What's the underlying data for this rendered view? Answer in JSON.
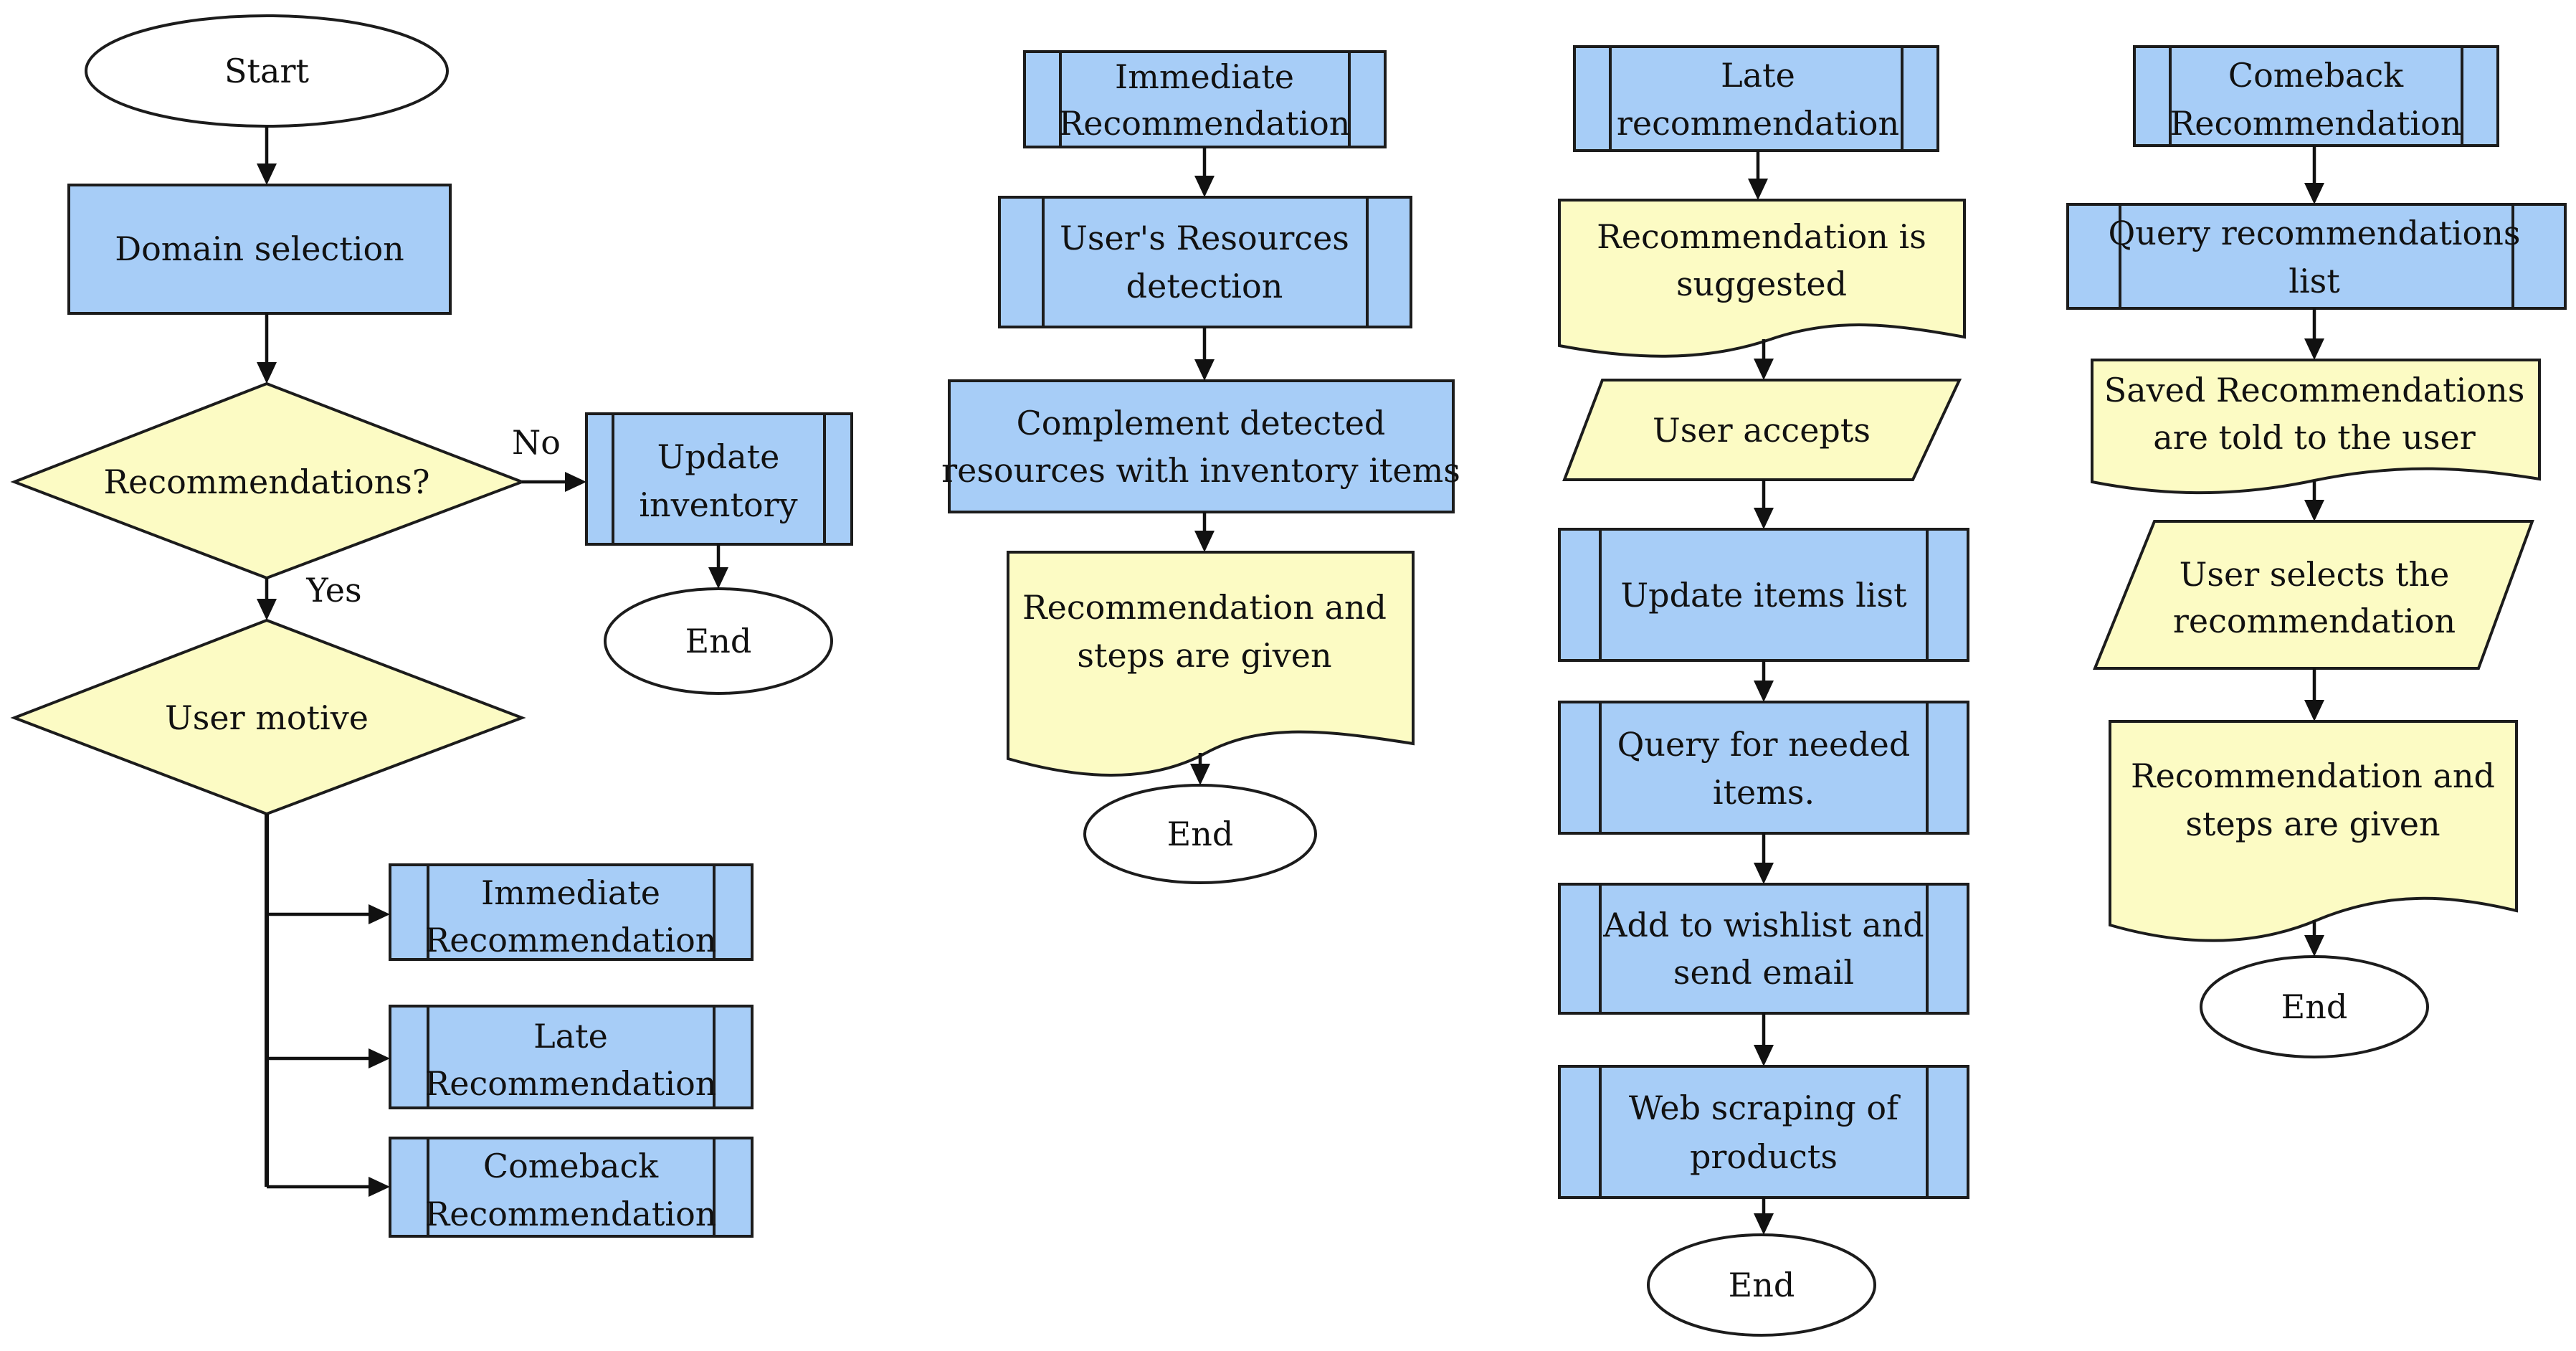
{
  "colors": {
    "process_fill": "#a7cdf7",
    "decision_fill": "#fcfbc4",
    "terminal_fill": "#ffffff",
    "stroke": "#1c1c1c"
  },
  "main_flow": {
    "start": "Start",
    "domain_selection": "Domain selection",
    "recommendations_decision": "Recommendations?",
    "no_label": "No",
    "yes_label": "Yes",
    "update_inventory": [
      "Update",
      "inventory"
    ],
    "end": "End",
    "user_motive": "User motive",
    "branch_immediate": [
      "Immediate",
      "Recommendation"
    ],
    "branch_late": [
      "Late",
      "Recommendation"
    ],
    "branch_comeback": [
      "Comeback",
      "Recommendation"
    ]
  },
  "immediate_flow": {
    "header": [
      "Immediate",
      "Recommendation"
    ],
    "resources_detection": [
      "User's Resources",
      "detection"
    ],
    "complement": [
      "Complement detected",
      "resources with inventory items"
    ],
    "recommendation_doc": [
      "Recommendation and",
      "steps are given"
    ],
    "end": "End"
  },
  "late_flow": {
    "header": [
      "Late",
      "recommendation"
    ],
    "suggested_doc": [
      "Recommendation is",
      "suggested"
    ],
    "user_accepts": "User accepts",
    "update_items": "Update items list",
    "query_needed": [
      "Query for needed",
      "items."
    ],
    "wishlist": [
      "Add to wishlist and",
      "send email"
    ],
    "web_scraping": [
      "Web scraping of",
      "products"
    ],
    "end": "End"
  },
  "comeback_flow": {
    "header": [
      "Comeback",
      "Recommendation"
    ],
    "query_list": [
      "Query recommendations",
      "list"
    ],
    "saved_doc": [
      "Saved Recommendations",
      "are told to the user"
    ],
    "user_selects": [
      "User selects the",
      "recommendation"
    ],
    "recommendation_doc": [
      "Recommendation and",
      "steps are given"
    ],
    "end": "End"
  }
}
